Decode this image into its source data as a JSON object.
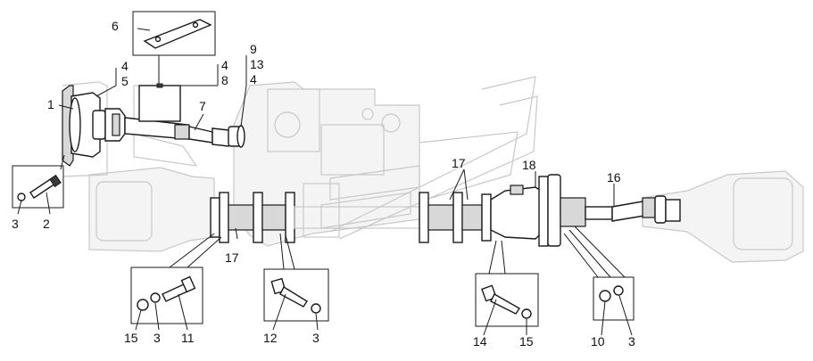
{
  "callouts": {
    "c1": "1",
    "c2": "2",
    "c3a": "3",
    "c4a": "4",
    "c5": "5",
    "c6": "6",
    "c4b": "4",
    "c8": "8",
    "c9": "9",
    "c13": "13",
    "c4c": "4",
    "c7": "7",
    "c17a": "17",
    "c17b": "17",
    "c18": "18",
    "c16": "16",
    "c15a": "15",
    "c3b": "3",
    "c11": "11",
    "c12": "12",
    "c3c": "3",
    "c14": "14",
    "c15b": "15",
    "c10": "10",
    "c3d": "3"
  }
}
